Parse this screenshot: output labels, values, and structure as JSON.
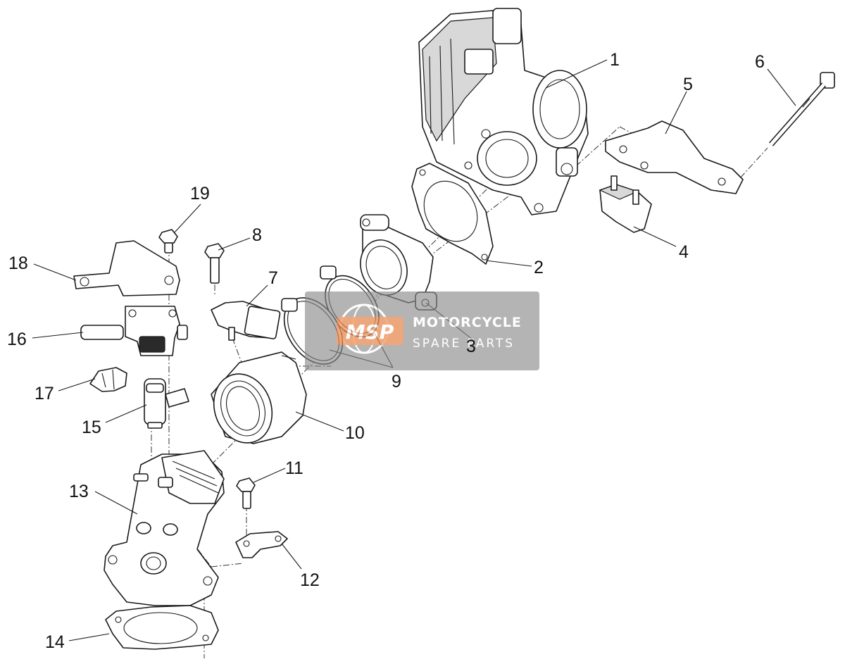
{
  "diagram": {
    "callouts": [
      "1",
      "2",
      "3",
      "4",
      "5",
      "6",
      "7",
      "8",
      "9",
      "10",
      "11",
      "12",
      "13",
      "14",
      "15",
      "16",
      "17",
      "18",
      "19"
    ]
  },
  "watermark": {
    "logo_letters": "MSP",
    "line1": "MOTORCYCLE",
    "line2": "SPARE PARTS",
    "colors": {
      "panel": "#8a8a8a",
      "accent": "#f08a4b"
    }
  }
}
